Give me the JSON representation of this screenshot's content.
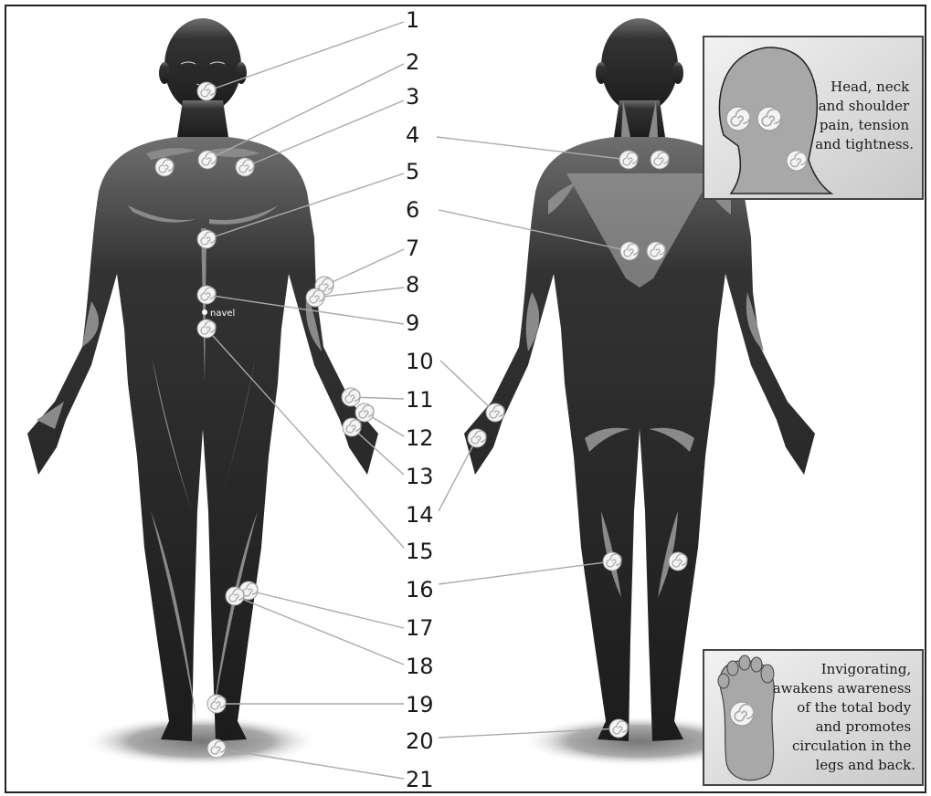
{
  "diagram": {
    "point_numbers": [
      "1",
      "2",
      "3",
      "4",
      "5",
      "6",
      "7",
      "8",
      "9",
      "10",
      "11",
      "12",
      "13",
      "14",
      "15",
      "16",
      "17",
      "18",
      "19",
      "20",
      "21"
    ],
    "navel_label": "navel",
    "inset_head": {
      "lines": [
        "Head, neck",
        "and shoulder",
        "pain, tension",
        "and tightness."
      ]
    },
    "inset_foot": {
      "lines": [
        "Invigorating,",
        "awakens awareness",
        "of the total body",
        "and promotes",
        "circulation in the",
        "legs and back."
      ]
    }
  }
}
